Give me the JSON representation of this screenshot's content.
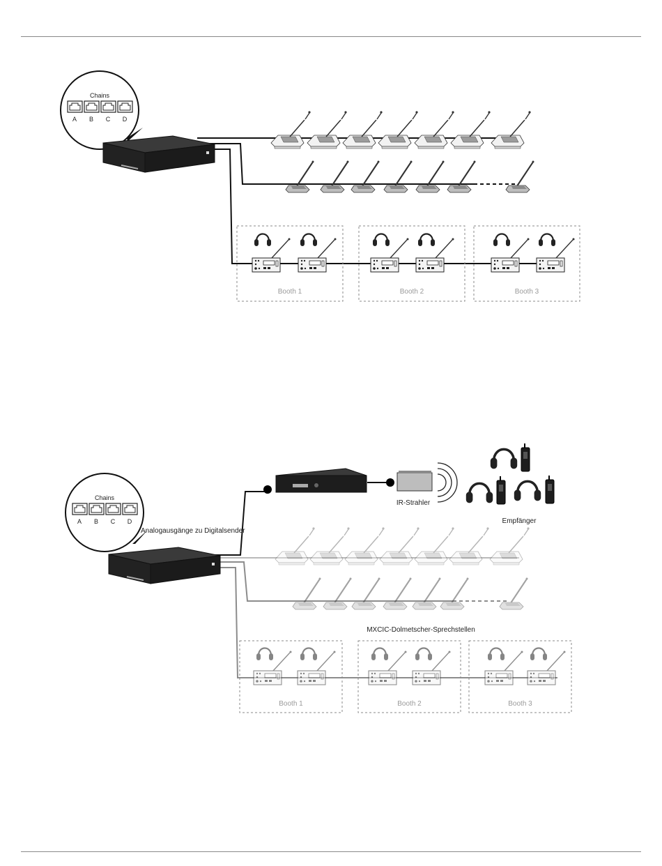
{
  "chains": {
    "title": "Chains",
    "ports": [
      "A",
      "B",
      "C",
      "D"
    ]
  },
  "booths": [
    "Booth 1",
    "Booth 2",
    "Booth 3"
  ],
  "labels": {
    "analog_outputs": "Analogausgänge zu Digitalsender",
    "ir_radiator": "IR-Strahler",
    "receivers": "Empfänger",
    "interpreter_units": "MXCIC-Dolmetscher-Sprechstellen"
  },
  "colors": {
    "device_body": "#1f1f1f",
    "device_top": "#2d2d2d",
    "line": "#111111",
    "dimmed": "#b9b9b9",
    "booth_border": "#8a8a8a"
  },
  "icons": [
    "rj45-port-icon",
    "microphone-icon",
    "headphones-icon",
    "receiver-icon",
    "ir-wave-icon"
  ]
}
